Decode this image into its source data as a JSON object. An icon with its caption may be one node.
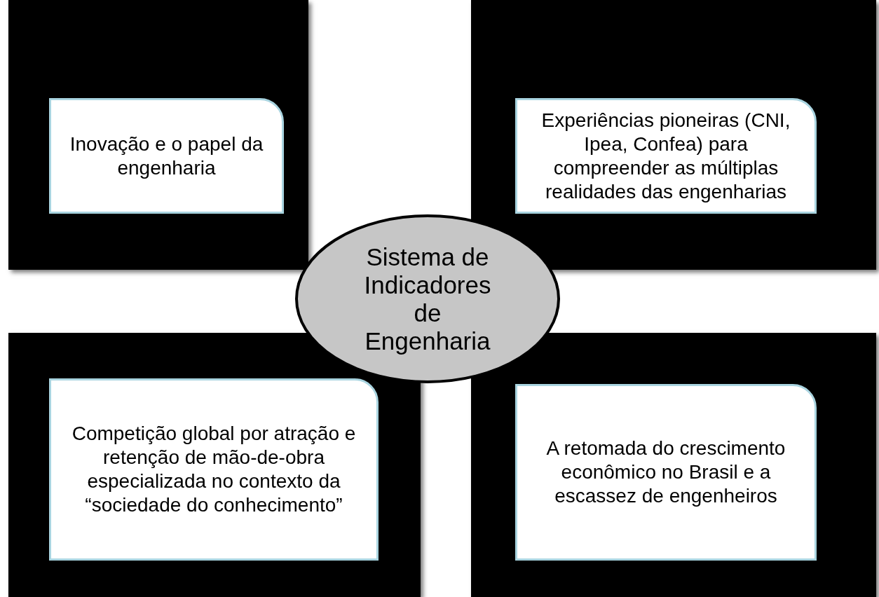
{
  "diagram": {
    "nodes": [
      {
        "text": [],
        "shape": "box"
      },
      {
        "text": [
          "Inovação e o papel da engenharia"
        ],
        "in": 0
      },
      {
        "text": [],
        "shape": "box"
      },
      {
        "text": [
          "Experiências pioneiras (CNI, Ipea, Confea) para compreender as múltiplas realidades das engenharias"
        ],
        "in": 2
      },
      {
        "text": [
          "Sistema de Indicadores de Engenharia"
        ]
      },
      {
        "text": [],
        "shape": "box"
      },
      {
        "text": [
          "Competição global por atração e retenção de mão-de-obra especializada no contexto da “sociedade do conhecimento”"
        ],
        "in": 5
      },
      {
        "text": [],
        "shape": "box"
      },
      {
        "text": [
          "A retomada do crescimento econômico no Brasil e a escassez de engenheiros"
        ],
        "in": 7
      }
    ]
  }
}
